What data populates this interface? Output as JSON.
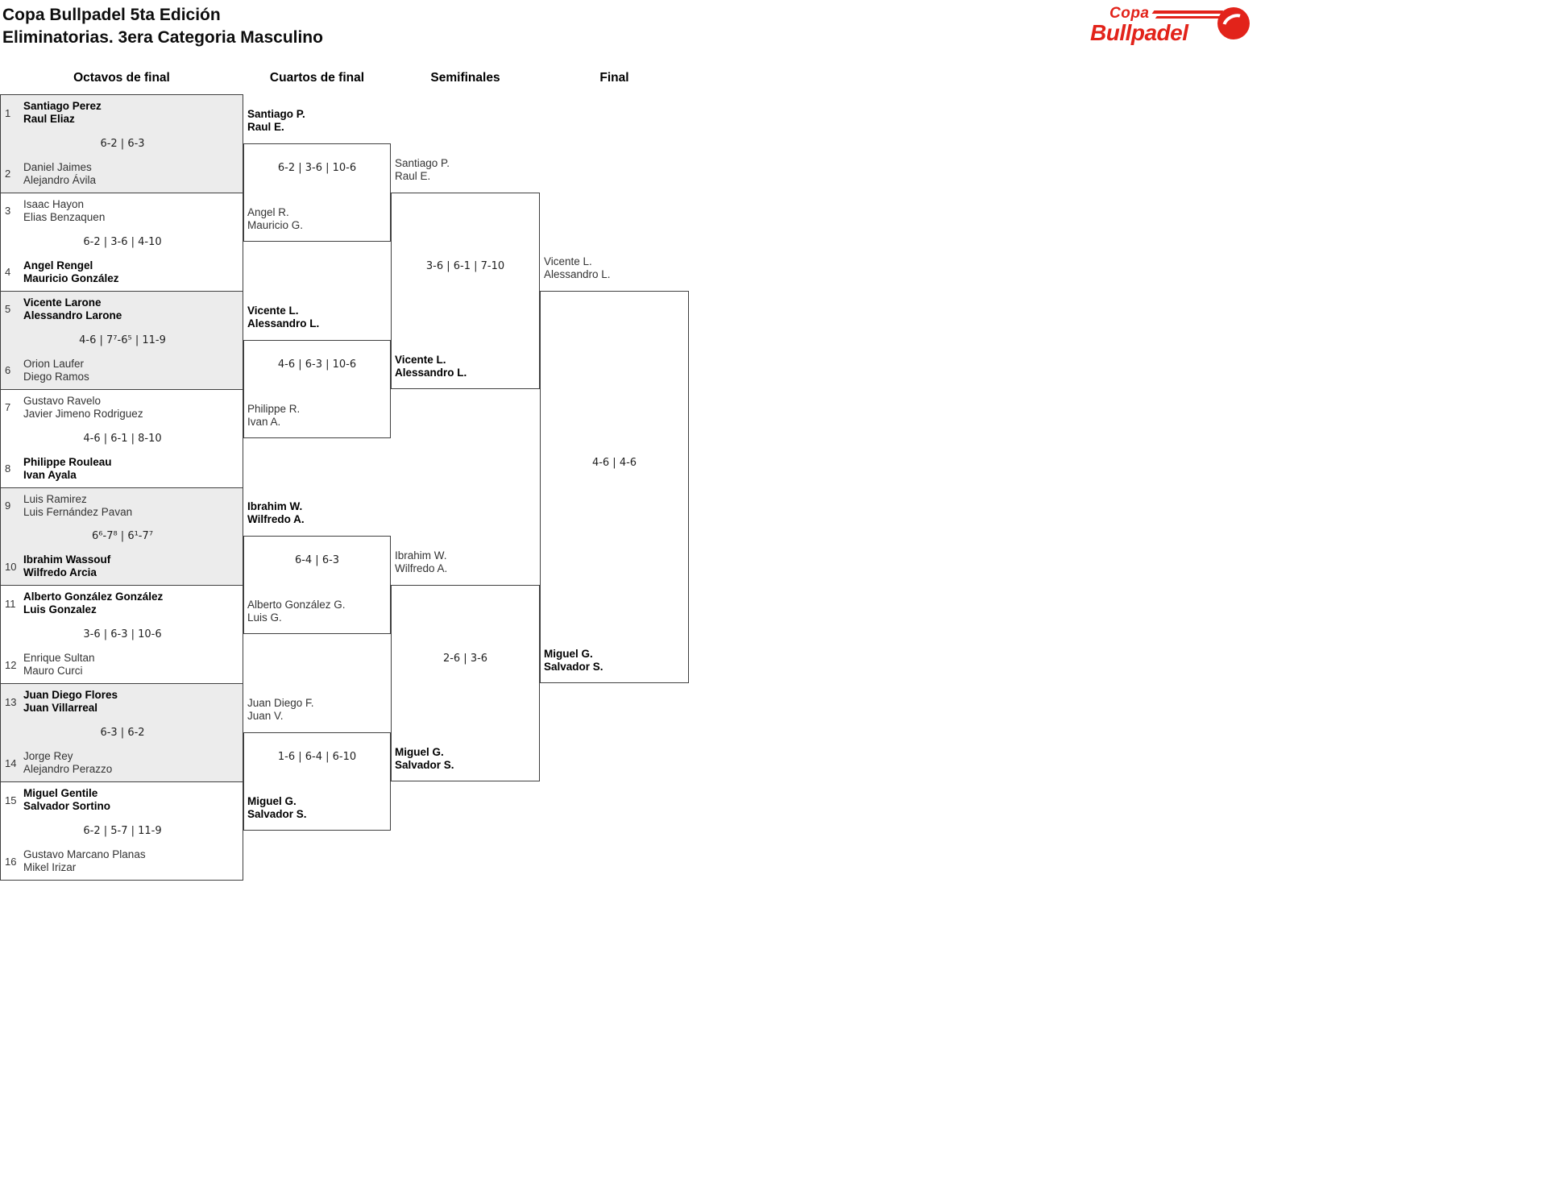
{
  "header": {
    "title_line1": "Copa Bullpadel 5ta Edición",
    "title_line2": "Eliminatorias. 3era Categoria Masculino"
  },
  "logo": {
    "line1": "Copa",
    "line2": "Bullpadel",
    "brand_color": "#e2231a"
  },
  "columns": [
    "Octavos de final",
    "Cuartos de final",
    "Semifinales",
    "Final"
  ],
  "colors": {
    "shaded_match": "#ececec",
    "border": "#3f3f3f",
    "winner_text": "#000000",
    "loser_text": "#333333"
  },
  "rounds": {
    "octavos": [
      {
        "seed_top": "1",
        "top": [
          "Santiago Perez",
          "Raul Eliaz"
        ],
        "seed_bottom": "2",
        "bottom": [
          "Daniel Jaimes",
          "Alejandro Ávila"
        ],
        "score": "6-2 | 6-3",
        "winner": "top"
      },
      {
        "seed_top": "3",
        "top": [
          "Isaac Hayon",
          "Elias Benzaquen"
        ],
        "seed_bottom": "4",
        "bottom": [
          "Angel Rengel",
          "Mauricio González"
        ],
        "score": "6-2 | 3-6 | 4-10",
        "winner": "bottom"
      },
      {
        "seed_top": "5",
        "top": [
          "Vicente Larone",
          "Alessandro Larone"
        ],
        "seed_bottom": "6",
        "bottom": [
          "Orion Laufer",
          "Diego Ramos"
        ],
        "score": "4-6 | 7⁷-6⁵ | 11-9",
        "winner": "top"
      },
      {
        "seed_top": "7",
        "top": [
          "Gustavo Ravelo",
          "Javier Jimeno Rodriguez"
        ],
        "seed_bottom": "8",
        "bottom": [
          "Philippe Rouleau",
          "Ivan Ayala"
        ],
        "score": "4-6 | 6-1 | 8-10",
        "winner": "bottom"
      },
      {
        "seed_top": "9",
        "top": [
          "Luis Ramirez",
          "Luis Fernández Pavan"
        ],
        "seed_bottom": "10",
        "bottom": [
          "Ibrahim Wassouf",
          "Wilfredo Arcia"
        ],
        "score": "6⁶-7⁸ | 6¹-7⁷",
        "winner": "bottom"
      },
      {
        "seed_top": "11",
        "top": [
          "Alberto González González",
          "Luis Gonzalez"
        ],
        "seed_bottom": "12",
        "bottom": [
          "Enrique Sultan",
          "Mauro Curci"
        ],
        "score": "3-6 | 6-3 | 10-6",
        "winner": "top"
      },
      {
        "seed_top": "13",
        "top": [
          "Juan Diego Flores",
          "Juan Villarreal"
        ],
        "seed_bottom": "14",
        "bottom": [
          "Jorge Rey",
          "Alejandro Perazzo"
        ],
        "score": "6-3 | 6-2",
        "winner": "top"
      },
      {
        "seed_top": "15",
        "top": [
          "Miguel Gentile",
          "Salvador Sortino"
        ],
        "seed_bottom": "16",
        "bottom": [
          "Gustavo Marcano Planas",
          "Mikel Irizar"
        ],
        "score": "6-2 | 5-7 | 11-9",
        "winner": "top"
      }
    ],
    "cuartos": [
      {
        "top": [
          "Santiago P.",
          "Raul E."
        ],
        "bottom": [
          "Angel R.",
          "Mauricio G."
        ],
        "score": "6-2 | 3-6 | 10-6",
        "winner": "top"
      },
      {
        "top": [
          "Vicente L.",
          "Alessandro L."
        ],
        "bottom": [
          "Philippe R.",
          "Ivan A."
        ],
        "score": "4-6 | 6-3 | 10-6",
        "winner": "top"
      },
      {
        "top": [
          "Ibrahim W.",
          "Wilfredo A."
        ],
        "bottom": [
          "Alberto González G.",
          "Luis G."
        ],
        "score": "6-4 | 6-3",
        "winner": "top"
      },
      {
        "top": [
          "Juan Diego F.",
          "Juan V."
        ],
        "bottom": [
          "Miguel G.",
          "Salvador S."
        ],
        "score": "1-6 | 6-4 | 6-10",
        "winner": "bottom"
      }
    ],
    "semifinales": [
      {
        "top": [
          "Santiago P.",
          "Raul E."
        ],
        "bottom": [
          "Vicente L.",
          "Alessandro L."
        ],
        "score": "3-6 | 6-1 | 7-10",
        "winner": "bottom"
      },
      {
        "top": [
          "Ibrahim W.",
          "Wilfredo A."
        ],
        "bottom": [
          "Miguel G.",
          "Salvador S."
        ],
        "score": "2-6 | 3-6",
        "winner": "bottom"
      }
    ],
    "final": [
      {
        "top": [
          "Vicente L.",
          "Alessandro L."
        ],
        "bottom": [
          "Miguel G.",
          "Salvador S."
        ],
        "score": "4-6 | 4-6",
        "winner": "bottom"
      }
    ]
  }
}
